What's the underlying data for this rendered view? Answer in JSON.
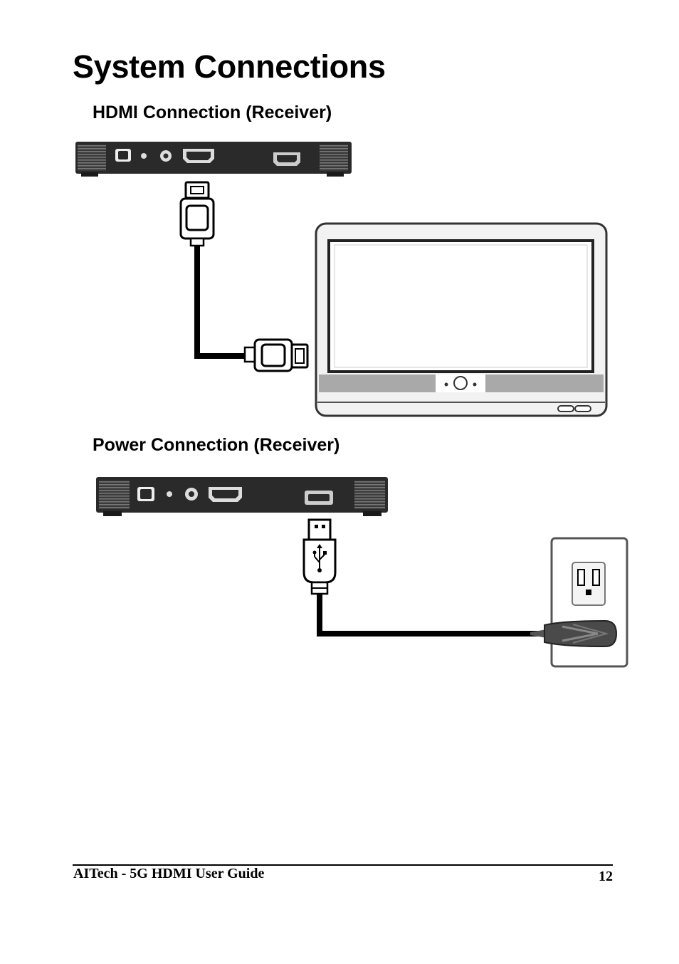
{
  "page": {
    "title": "System Connections",
    "sections": [
      {
        "heading": "HDMI Connection (Receiver)"
      },
      {
        "heading": "Power Connection (Receiver)"
      }
    ]
  },
  "footer": {
    "guide_title": "AITech - 5G HDMI User Guide",
    "page_number": "12"
  },
  "figures": {
    "hdmi": {
      "icons": [
        "receiver-device-icon",
        "hdmi-plug-icon",
        "hdmi-cable-icon",
        "tv-monitor-icon"
      ]
    },
    "power": {
      "icons": [
        "receiver-device-icon",
        "usb-plug-icon",
        "usb-symbol-icon",
        "power-cable-icon",
        "wall-outlet-icon",
        "power-adapter-icon"
      ]
    }
  },
  "colors": {
    "device_body": "#2a2a2a",
    "device_vent": "#555555",
    "tv_bezel": "#e6e6e6",
    "tv_bar": "#a9a9a9",
    "cable": "#000000"
  }
}
